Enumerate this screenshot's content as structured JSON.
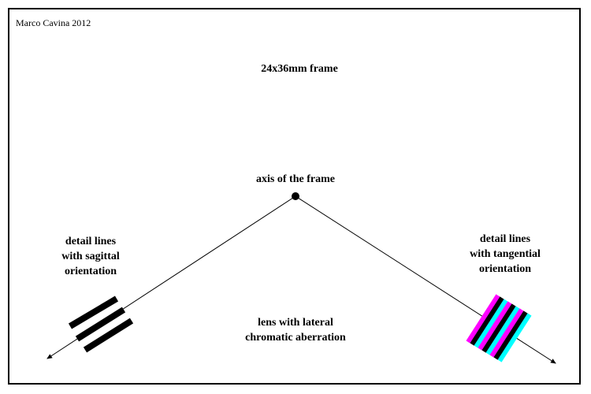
{
  "credit": "Marco Cavina 2012",
  "frame_label": "24x36mm frame",
  "axis_label": "axis of the frame",
  "sagittal_label": "detail lines\nwith sagittal\norientation",
  "tangential_label": "detail lines\nwith tangential\norientation",
  "lens_label": "lens with lateral\nchromatic aberration",
  "colors": {
    "line": "#000000",
    "magenta": "#ff00ff",
    "cyan": "#00ffff",
    "bar": "#000000"
  }
}
